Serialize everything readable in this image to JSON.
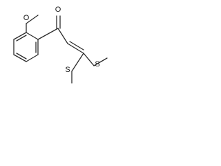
{
  "molecule": {
    "atoms": {
      "methoxy_oxygen": "O",
      "carbonyl_oxygen": "O",
      "sulfur_right": "S",
      "sulfur_bottom": "S"
    }
  }
}
